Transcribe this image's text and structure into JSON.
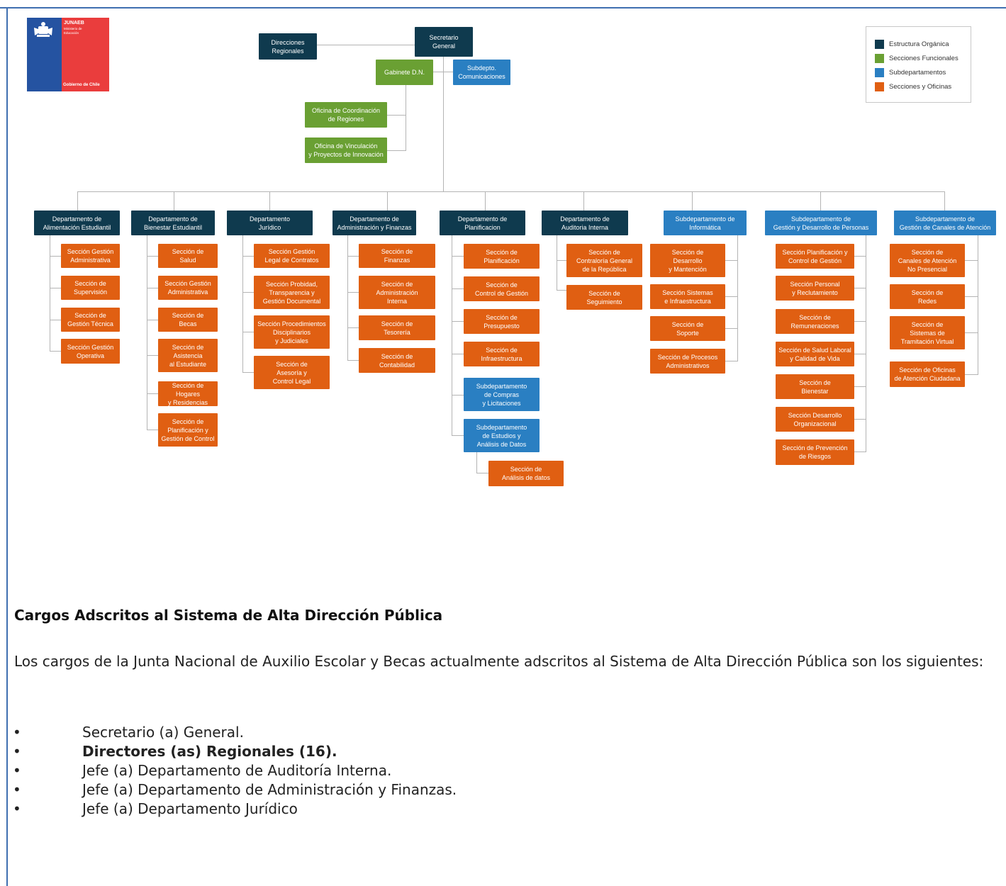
{
  "logo": {
    "name": "JUNAEB",
    "subtitle": "Ministerio de\nEducación",
    "footer": "Gobierno de Chile"
  },
  "legend": [
    {
      "label": "Estructura Orgánica",
      "color": "#0f3a4e"
    },
    {
      "label": "Secciones Funcionales",
      "color": "#6aa033"
    },
    {
      "label": "Subdepartamentos",
      "color": "#2a7fc2"
    },
    {
      "label": "Secciones y Oficinas",
      "color": "#e05f12"
    }
  ],
  "orgchart": {
    "top": {
      "secretario": "Secretario\nGeneral",
      "direcciones": "Direcciones\nRegionales",
      "gabinete": "Gabinete D.N.",
      "comunicaciones": "Subdepto.\nComunicaciones",
      "oficina_coordinacion": "Oficina de Coordinación\nde Regiones",
      "oficina_vinculacion": "Oficina de Vinculación\ny Proyectos de Innovación"
    },
    "departments": [
      {
        "name": "Departamento de\nAlimentación Estudiantil",
        "sections": [
          "Sección Gestión\nAdministrativa",
          "Sección de\nSupervisión",
          "Sección de\nGestión Técnica",
          "Sección Gestión\nOperativa"
        ]
      },
      {
        "name": "Departamento de\nBienestar Estudiantil",
        "sections": [
          "Sección de\nSalud",
          "Sección Gestión\nAdministrativa",
          "Sección de\nBecas",
          "Sección de\nAsistencia\nal Estudiante",
          "Sección de Hogares\ny Residencias",
          "Sección de\nPlanificación y\nGestión de Control"
        ]
      },
      {
        "name": "Departamento\nJurídico",
        "sections": [
          "Sección Gestión\nLegal de Contratos",
          "Sección Probidad,\nTransparencia y\nGestión Documental",
          "Sección Procedimientos\nDisciplinarios\ny Judiciales",
          "Sección de\nAsesoría y\nControl Legal"
        ]
      },
      {
        "name": "Departamento de\nAdministración y Finanzas",
        "sections": [
          "Sección de\nFinanzas",
          "Sección de\nAdministración\nInterna",
          "Sección de\nTesorería",
          "Sección de\nContabilidad"
        ]
      },
      {
        "name": "Departamento de\nPlanificacion",
        "sections": [
          "Sección de\nPlanificación",
          "Sección de\nControl de Gestión",
          "Sección de\nPresupuesto",
          "Sección de\nInfraestructura"
        ],
        "subdepartments": [
          "Subdepartamento\nde Compras\ny Licitaciones",
          "Subdepartamento\nde Estudios y\nAnálisis de Datos"
        ],
        "subsection": "Sección de\nAnálisis de datos"
      },
      {
        "name": "Departamento de\nAuditoria Interna",
        "sections": [
          "Sección de\nContraloría General\nde la República",
          "Sección de\nSeguimiento"
        ]
      },
      {
        "name": "Subdepartamento de\nInformática",
        "sections": [
          "Sección de\nDesarrollo\ny Mantención",
          "Sección Sistemas\ne Infraestructura",
          "Sección de\nSoporte",
          "Sección de Procesos\nAdministrativos"
        ]
      },
      {
        "name": "Subdepartamento de\nGestión y Desarrollo de Personas",
        "sections": [
          "Sección Planificación y\nControl de Gestión",
          "Sección Personal\ny Reclutamiento",
          "Sección de\nRemuneraciones",
          "Sección de Salud Laboral\ny Calidad de Vida",
          "Sección de\nBienestar",
          "Sección Desarrollo\nOrganizacional",
          "Sección de Prevención\nde Riesgos"
        ]
      },
      {
        "name": "Subdepartamento de\nGestión de Canales de Atención",
        "sections": [
          "Sección de\nCanales de Atención\nNo Presencial",
          "Sección de\nRedes",
          "Sección de\nSistemas de\nTramitación Virtual",
          "Sección de Oficinas\nde Atención Ciudadana"
        ]
      }
    ]
  },
  "heading": "Cargos Adscritos al Sistema de Alta Dirección Pública",
  "paragraph": "Los cargos de la Junta Nacional de Auxilio Escolar y Becas actualmente adscritos al Sistema de Alta Dirección Pública son los siguientes:",
  "bullet_symbol": "•",
  "bullets": [
    {
      "text": "Secretario (a) General.",
      "bold": false
    },
    {
      "text": "Directores (as) Regionales (16).",
      "bold": true
    },
    {
      "text": "Jefe (a) Departamento de Auditoría Interna.",
      "bold": false
    },
    {
      "text": "Jefe (a) Departamento de Administración y Finanzas.",
      "bold": false
    },
    {
      "text": "Jefe (a) Departamento Jurídico",
      "bold": false
    }
  ]
}
